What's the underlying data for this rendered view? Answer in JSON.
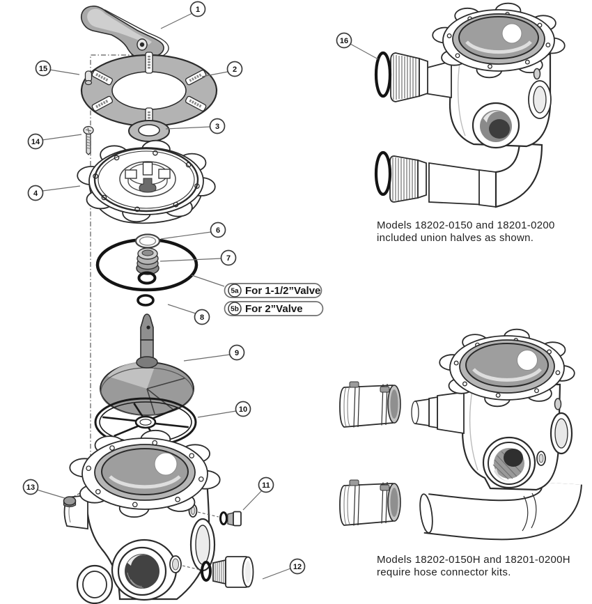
{
  "figure": {
    "type": "exploded-parts-diagram",
    "subject": "multiport-valve",
    "callouts": {
      "c1": "1",
      "c2": "2",
      "c3": "3",
      "c4": "4",
      "c5a": "5a",
      "c5b": "5b",
      "c6": "6",
      "c7": "7",
      "c8": "8",
      "c9": "9",
      "c10": "10",
      "c11": "11",
      "c12": "12",
      "c13": "13",
      "c14": "14",
      "c15": "15",
      "c16": "16"
    },
    "labels": {
      "valve_1_5": "For 1-1/2”Valve",
      "valve_2": "For 2”Valve"
    },
    "notes": {
      "union": {
        "line1": "Models 18202-0150 and 18201-0200",
        "line2": "included union halves as shown."
      },
      "hose": {
        "line1": "Models 18202-0150H and 18201-0200H",
        "line2": "require hose connector kits."
      }
    }
  }
}
